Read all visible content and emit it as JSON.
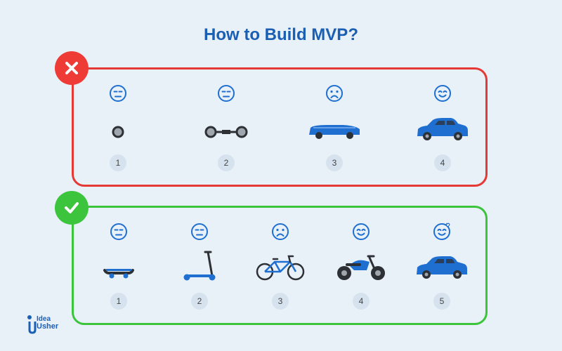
{
  "title": "How to Build MVP?",
  "colors": {
    "accent": "#1a5fb4",
    "wrong": "#e53935",
    "right": "#3cc43c",
    "vehicle": "#1f6fd1"
  },
  "wrong_panel": {
    "badge_icon": "cross-icon",
    "steps": [
      {
        "number": "1",
        "face": "neutral-face-icon",
        "vehicle": "wheel-icon"
      },
      {
        "number": "2",
        "face": "neutral-face-icon",
        "vehicle": "axle-icon"
      },
      {
        "number": "3",
        "face": "sad-face-icon",
        "vehicle": "car-body-icon"
      },
      {
        "number": "4",
        "face": "happy-face-icon",
        "vehicle": "car-icon"
      }
    ]
  },
  "right_panel": {
    "badge_icon": "check-icon",
    "steps": [
      {
        "number": "1",
        "face": "neutral-face-icon",
        "vehicle": "skateboard-icon"
      },
      {
        "number": "2",
        "face": "neutral-face-icon",
        "vehicle": "scooter-icon"
      },
      {
        "number": "3",
        "face": "sad-face-icon",
        "vehicle": "bicycle-icon"
      },
      {
        "number": "4",
        "face": "happy-face-icon",
        "vehicle": "motorcycle-icon"
      },
      {
        "number": "5",
        "face": "in-love-face-icon",
        "vehicle": "car-icon"
      }
    ]
  },
  "logo": {
    "line1": "Idea",
    "line2": "Usher"
  }
}
